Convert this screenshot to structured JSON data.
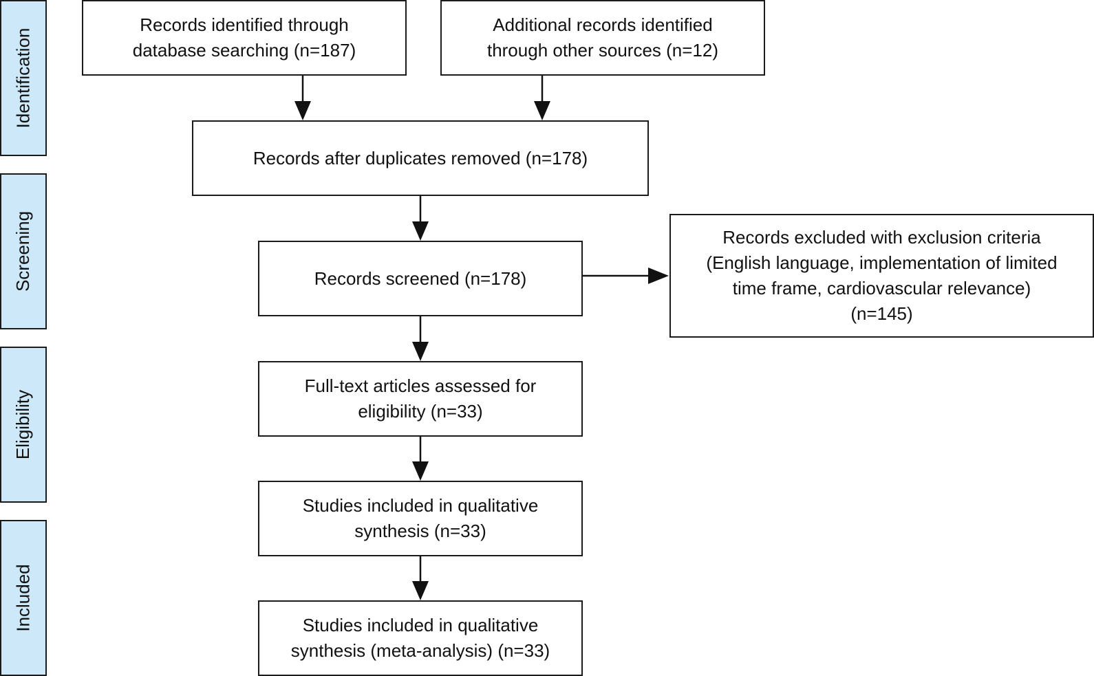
{
  "phases": [
    {
      "label": "Identification"
    },
    {
      "label": "Screening"
    },
    {
      "label": "Eligibility"
    },
    {
      "label": "Included"
    }
  ],
  "boxes": {
    "database_search": {
      "lines": [
        "Records identified through",
        "database searching (n=187)"
      ]
    },
    "other_sources": {
      "lines": [
        "Additional records identified",
        "through other sources (n=12)"
      ]
    },
    "duplicates_removed": {
      "lines": [
        "Records after duplicates removed (n=178)"
      ]
    },
    "screened": {
      "lines": [
        "Records screened (n=178)"
      ]
    },
    "excluded": {
      "lines": [
        "Records excluded with exclusion criteria",
        "(English language, implementation of limited",
        "time frame, cardiovascular relevance)",
        "(n=145)"
      ]
    },
    "fulltext": {
      "lines": [
        "Full-text articles assessed for",
        "eligibility (n=33)"
      ]
    },
    "qualitative": {
      "lines": [
        "Studies included in qualitative",
        "synthesis (n=33)"
      ]
    },
    "meta_analysis": {
      "lines": [
        "Studies included in qualitative",
        "synthesis (meta-analysis) (n=33)"
      ]
    }
  },
  "colors": {
    "phase_fill": "#cde8f8",
    "border": "#1a1a1a",
    "arrow": "#111111"
  }
}
